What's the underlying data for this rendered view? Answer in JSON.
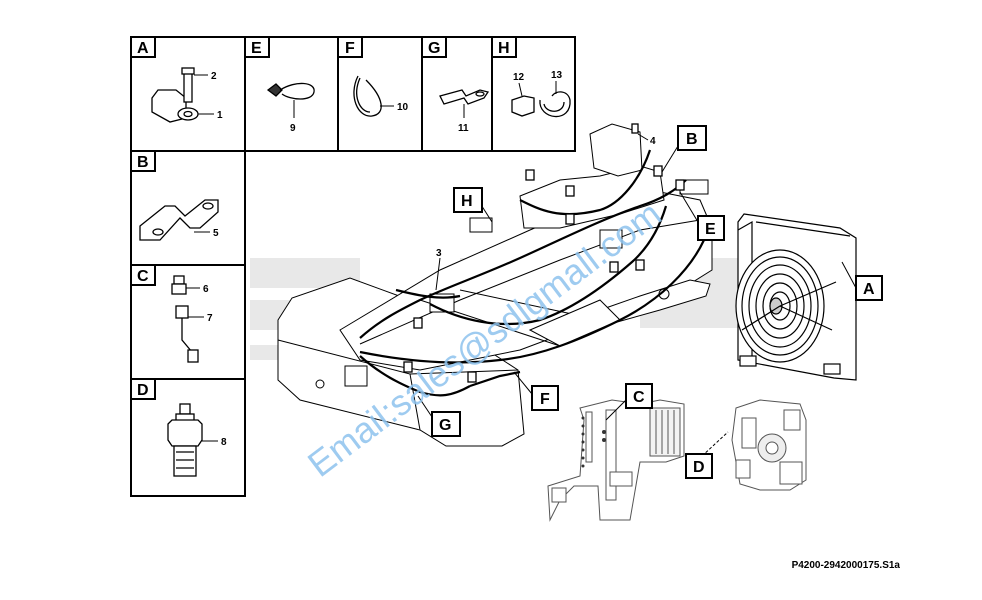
{
  "detail_panels": [
    {
      "letter": "A",
      "parts": [
        "2",
        "1"
      ]
    },
    {
      "letter": "B",
      "parts": [
        "5"
      ]
    },
    {
      "letter": "C",
      "parts": [
        "6",
        "7"
      ]
    },
    {
      "letter": "D",
      "parts": [
        "8"
      ]
    },
    {
      "letter": "E",
      "parts": [
        "9"
      ]
    },
    {
      "letter": "F",
      "parts": [
        "10"
      ]
    },
    {
      "letter": "G",
      "parts": [
        "11"
      ]
    },
    {
      "letter": "H",
      "parts": [
        "12",
        "13"
      ]
    }
  ],
  "main_callouts": {
    "b": "B",
    "e": "E",
    "h": "H",
    "a": "A",
    "f": "F",
    "g": "G",
    "c": "C",
    "d": "D",
    "part3": "3",
    "part4": "4"
  },
  "colors": {
    "line": "#000000",
    "watermark_text": "#8ec3ee",
    "watermark_logo": "#e6e6e6"
  },
  "watermark_text": "Email:sales@sdlgmall.com",
  "reference": "P4200-2942000175.S1a"
}
